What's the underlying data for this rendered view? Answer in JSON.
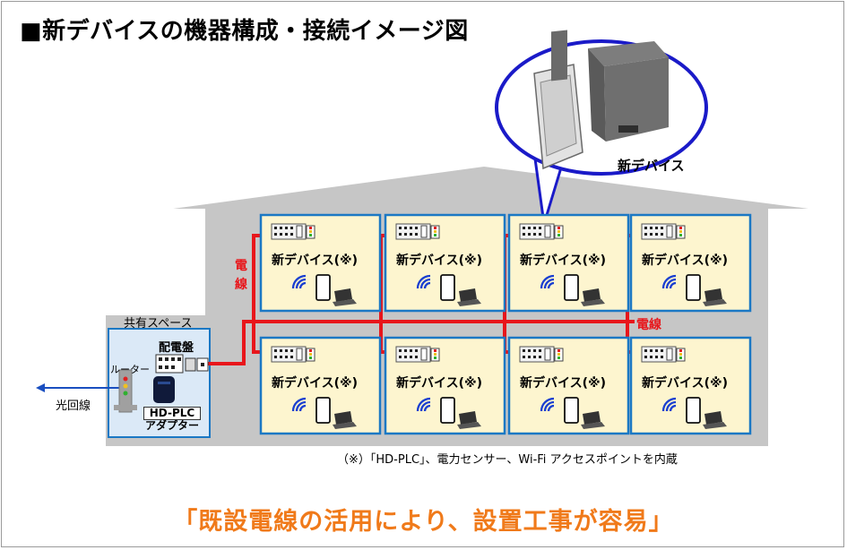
{
  "title": "■新デバイスの機器構成・接続イメージ図",
  "device_label": "新デバイス",
  "room_label": "新デバイス(※)",
  "shared_space_label": "共有スペース",
  "panel_label": "配電盤",
  "router_label": "ルーター",
  "adapter_label_line1": "HD-PLC",
  "adapter_label_line2": "アダプター",
  "fiber_label": "光回線",
  "wire_label_vertical_1": "電",
  "wire_label_vertical_2": "線",
  "wire_label_horizontal": "電線",
  "footnote": "（※）「HD-PLC」、電力センサー、Wi-Fi アクセスポイントを内蔵",
  "slogan": "「既設電線の活用により、設置工事が容易」",
  "colors": {
    "house": "#c6c6c6",
    "room_fill": "#fdf5cf",
    "room_border": "#1b78c4",
    "wire": "#e8161b",
    "callout": "#1a1ac8",
    "shared_fill": "#dbe9f7",
    "slogan": "#f07a1a",
    "wifi": "#1a3fd0"
  },
  "icons": [
    "wifi-icon",
    "smartphone-icon",
    "laptop-icon",
    "outlet-icon",
    "router-icon",
    "adapter-icon",
    "arrow-left-icon"
  ]
}
